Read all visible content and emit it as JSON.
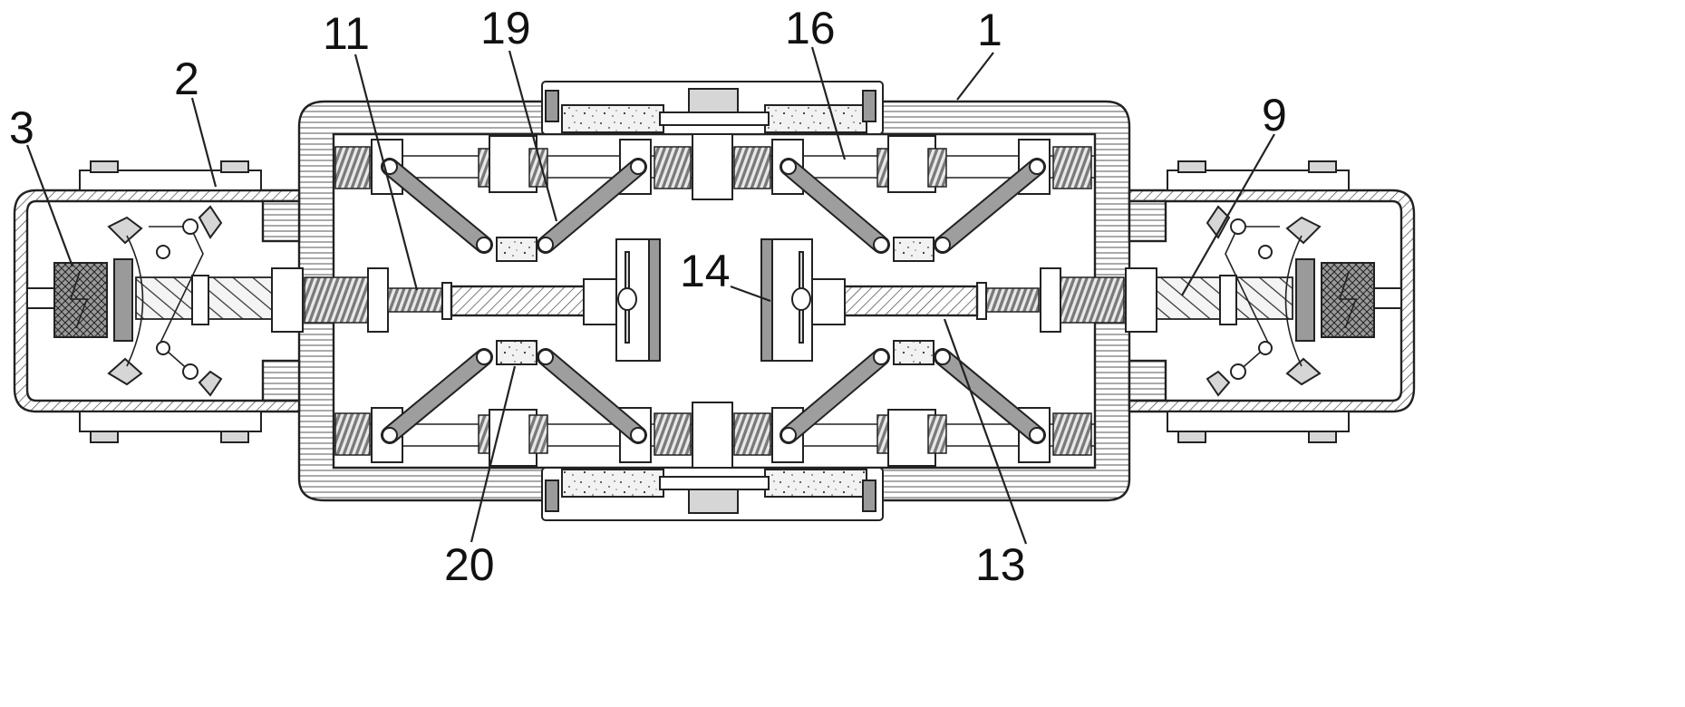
{
  "figure": {
    "labels": [
      {
        "id": "1",
        "text": "1"
      },
      {
        "id": "2",
        "text": "2"
      },
      {
        "id": "3",
        "text": "3"
      },
      {
        "id": "9",
        "text": "9"
      },
      {
        "id": "11",
        "text": "11"
      },
      {
        "id": "13",
        "text": "13"
      },
      {
        "id": "14",
        "text": "14"
      },
      {
        "id": "16",
        "text": "16"
      },
      {
        "id": "19",
        "text": "19"
      },
      {
        "id": "20",
        "text": "20"
      }
    ]
  }
}
